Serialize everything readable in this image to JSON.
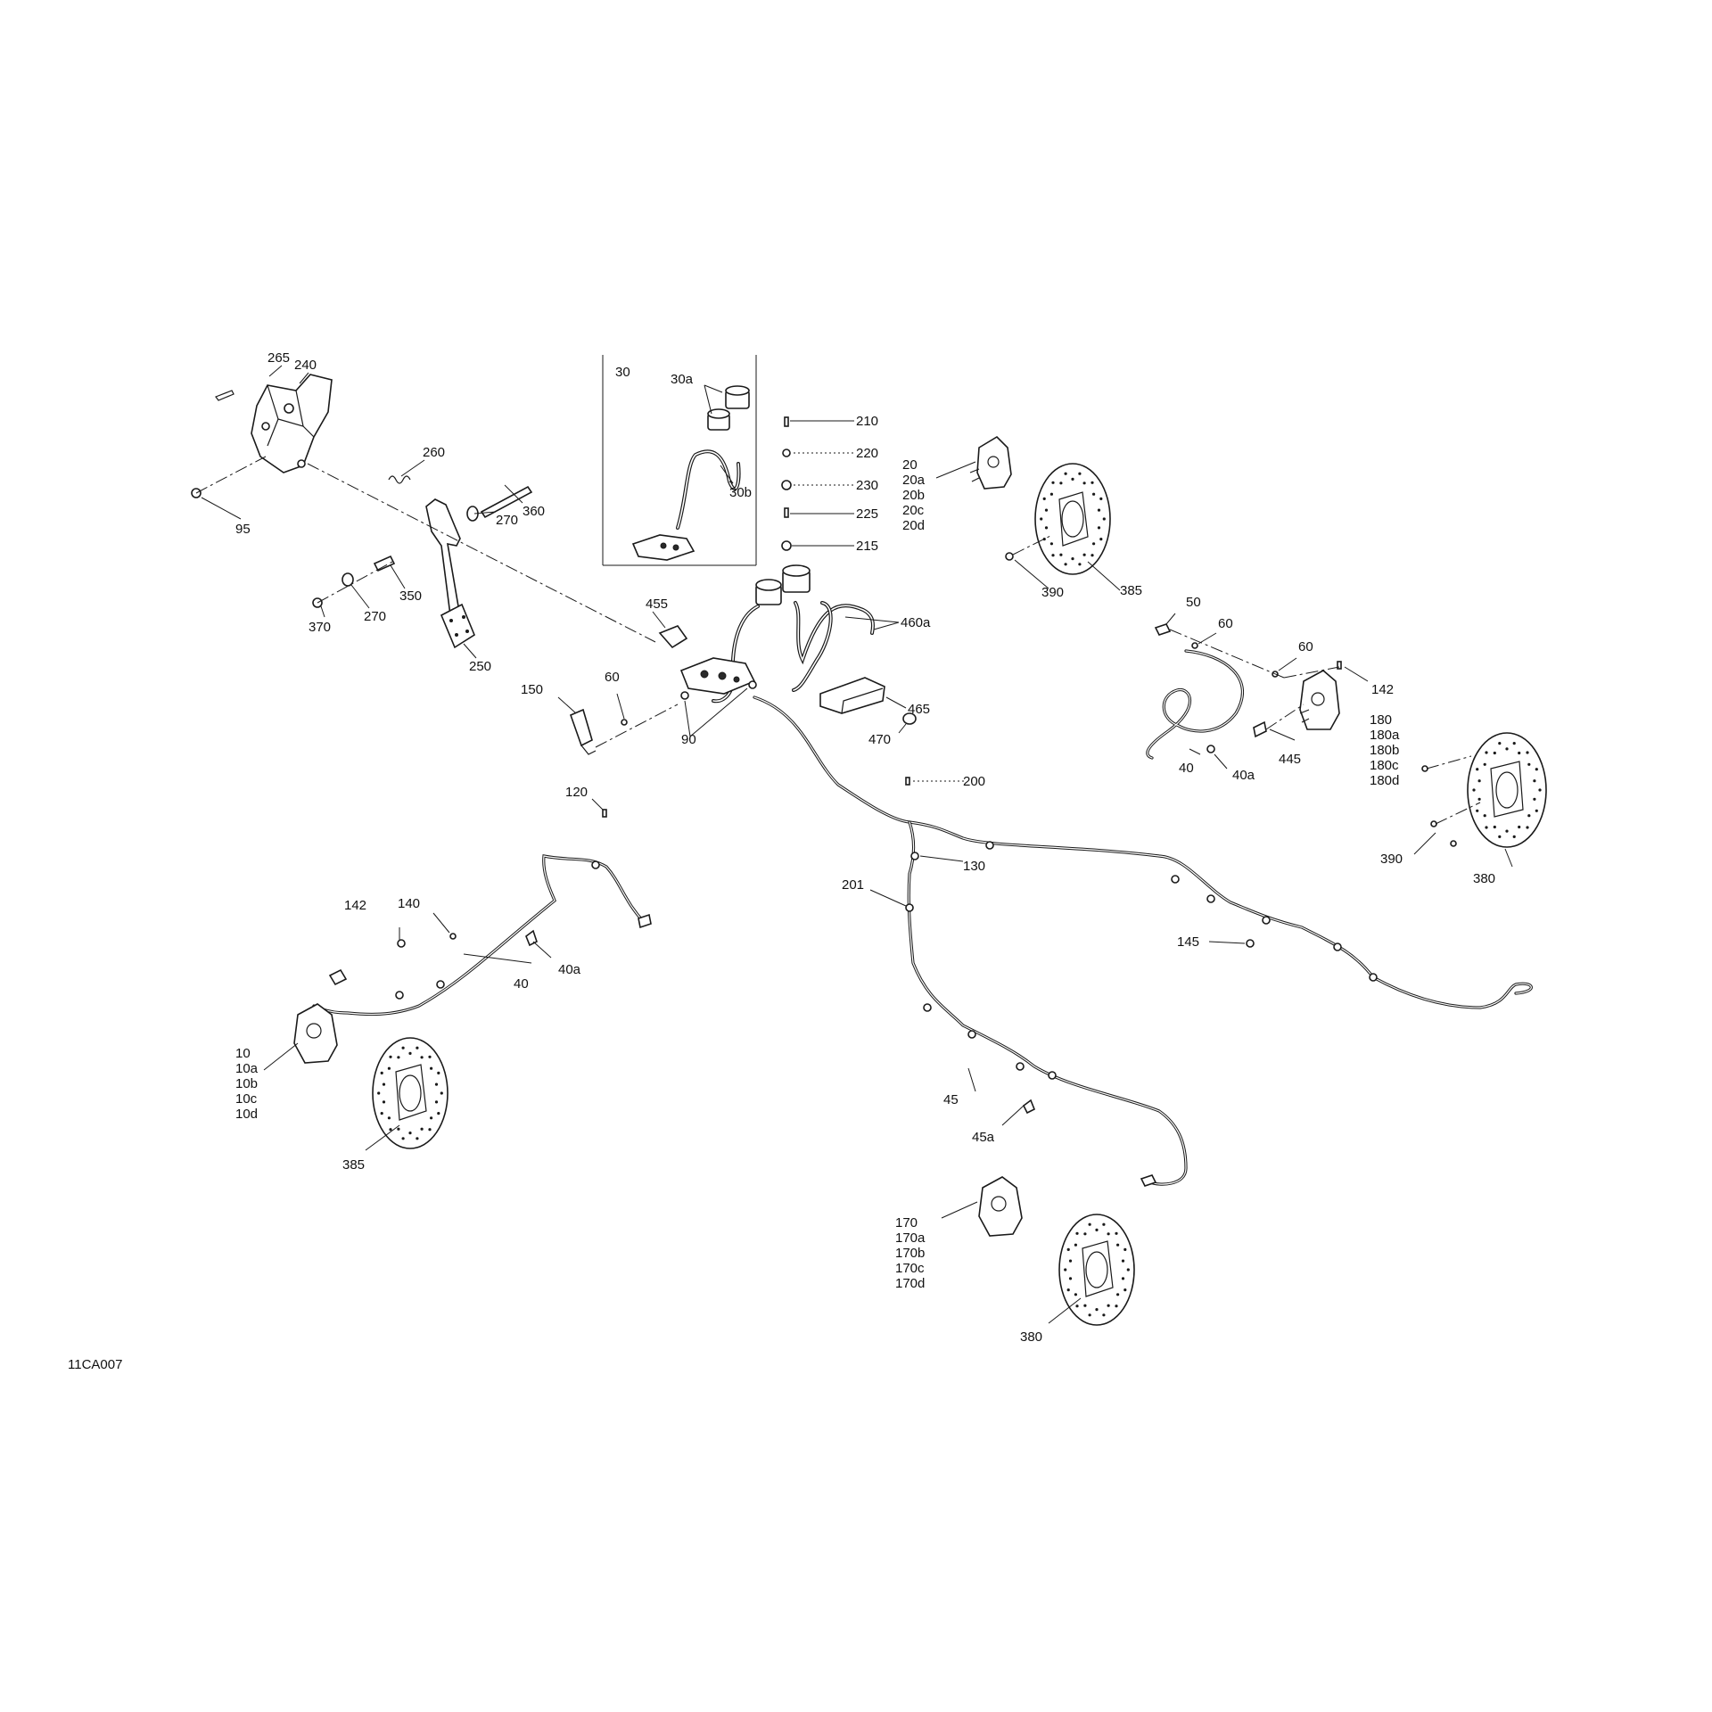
{
  "diagram_code": "11CA007",
  "callouts": {
    "c265": "265",
    "c240": "240",
    "c260": "260",
    "c95": "95",
    "c360": "360",
    "c270a": "270",
    "c270b": "270",
    "c350": "350",
    "c370": "370",
    "c250": "250",
    "c30": "30",
    "c30a": "30a",
    "c30b": "30b",
    "c210": "210",
    "c220": "220",
    "c230": "230",
    "c225": "225",
    "c215": "215",
    "c455": "455",
    "c460a": "460a",
    "c465": "465",
    "c470": "470",
    "c150": "150",
    "c60a": "60",
    "c90": "90",
    "c20": "20",
    "c20a": "20a",
    "c20b": "20b",
    "c20c": "20c",
    "c20d": "20d",
    "c390a": "390",
    "c385a": "385",
    "c50": "50",
    "c60b": "60",
    "c60c": "60",
    "c142a": "142",
    "c180": "180",
    "c180a": "180a",
    "c180b": "180b",
    "c180c": "180c",
    "c180d": "180d",
    "c445": "445",
    "c40a": "40",
    "c40aa": "40a",
    "c390b": "390",
    "c380a": "380",
    "c200": "200",
    "c130": "130",
    "c201": "201",
    "c145": "145",
    "c120": "120",
    "c142b": "142",
    "c140": "140",
    "c40b": "40",
    "c40ab": "40a",
    "c10": "10",
    "c10a": "10a",
    "c10b": "10b",
    "c10c": "10c",
    "c10d": "10d",
    "c385b": "385",
    "c45": "45",
    "c45a": "45a",
    "c170": "170",
    "c170a": "170a",
    "c170b": "170b",
    "c170c": "170c",
    "c170d": "170d",
    "c380b": "380"
  }
}
